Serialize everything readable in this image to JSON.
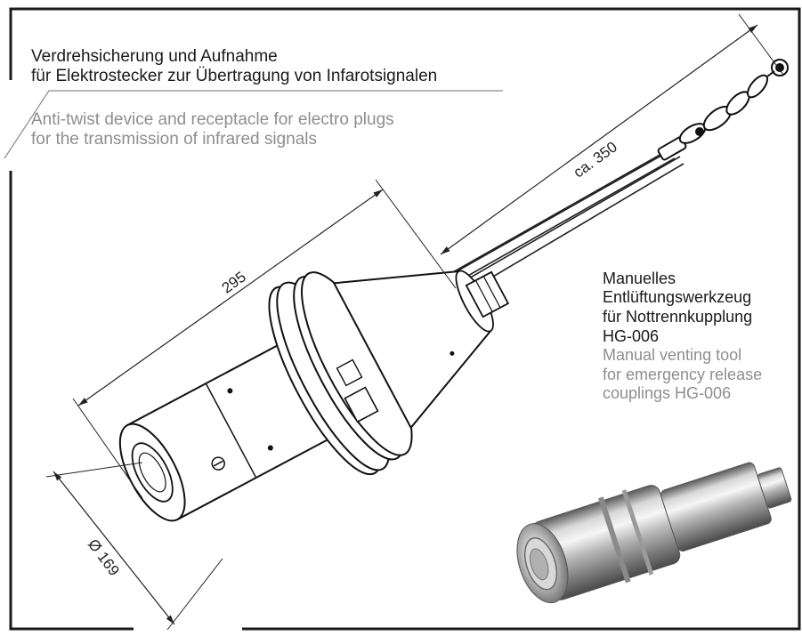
{
  "callout_top": {
    "de_line1": "Verdrehsicherung und Aufnahme",
    "de_line2": "für Elektrostecker zur Übertragung von Infarotsignalen",
    "en_line1": "Anti-twist device and receptacle for electro plugs",
    "en_line2": "for the transmission of infrared signals"
  },
  "callout_right": {
    "de_line1": "Manuelles",
    "de_line2": "Entlüftungswerkzeug",
    "de_line3": "für Nottrennkupplung",
    "de_line4": "HG-006",
    "en_line1": "Manual venting tool",
    "en_line2": "for emergency release",
    "en_line3": "couplings HG-006"
  },
  "dimensions": {
    "cable_length": "ca. 350",
    "body_length": "295",
    "diameter": "Ø 169"
  },
  "colors": {
    "frame": "#1a1a1a",
    "german_text": "#1a1a1a",
    "english_text": "#8e8e8e",
    "metal_light": "#e6e6e6",
    "metal_dark": "#6b6b6b"
  }
}
